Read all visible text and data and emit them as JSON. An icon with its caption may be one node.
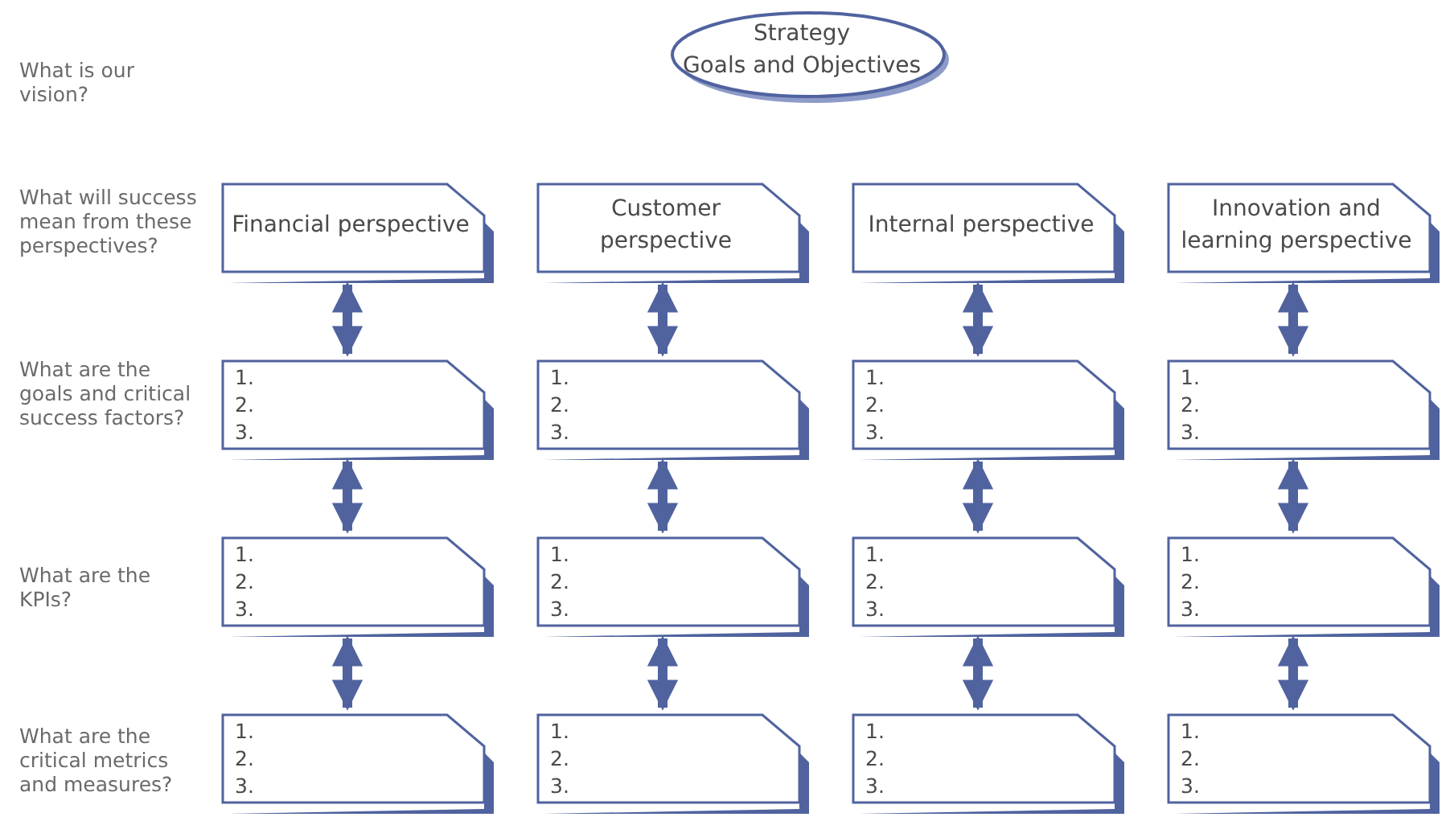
{
  "diagram": {
    "nodes": [
      {
        "text": [
          "Strategy",
          "Goals and Objectives"
        ]
      },
      {
        "text": [
          "Financial perspective"
        ]
      },
      {
        "text": [
          "Customer perspective"
        ]
      },
      {
        "text": [
          "Internal perspective"
        ]
      },
      {
        "text": [
          "Innovation and learning perspective"
        ]
      },
      {
        "text": [
          "1.",
          "2.",
          "3."
        ]
      },
      {
        "text": [
          "1.",
          "2.",
          "3."
        ]
      },
      {
        "text": [
          "1.",
          "2.",
          "3."
        ]
      },
      {
        "text": [
          "1.",
          "2.",
          "3."
        ]
      },
      {
        "text": [
          "1.",
          "2.",
          "3."
        ]
      },
      {
        "text": [
          "1.",
          "2.",
          "3."
        ]
      },
      {
        "text": [
          "1.",
          "2.",
          "3."
        ]
      },
      {
        "text": [
          "1.",
          "2.",
          "3."
        ]
      },
      {
        "text": [
          "1.",
          "2.",
          "3."
        ]
      },
      {
        "text": [
          "1.",
          "2.",
          "3."
        ]
      },
      {
        "text": [
          "1.",
          "2.",
          "3."
        ]
      },
      {
        "text": [
          "1.",
          "2.",
          "3."
        ]
      }
    ],
    "edges": [
      {
        "from": 1,
        "to": 5,
        "arrow": "both"
      },
      {
        "from": 2,
        "to": 6,
        "arrow": "both"
      },
      {
        "from": 3,
        "to": 7,
        "arrow": "both"
      },
      {
        "from": 4,
        "to": 8,
        "arrow": "both"
      },
      {
        "from": 5,
        "to": 9,
        "arrow": "both"
      },
      {
        "from": 6,
        "to": 10,
        "arrow": "both"
      },
      {
        "from": 7,
        "to": 11,
        "arrow": "both"
      },
      {
        "from": 8,
        "to": 12,
        "arrow": "both"
      },
      {
        "from": 9,
        "to": 13,
        "arrow": "both"
      },
      {
        "from": 10,
        "to": 14,
        "arrow": "both"
      },
      {
        "from": 11,
        "to": 15,
        "arrow": "both"
      },
      {
        "from": 12,
        "to": 16,
        "arrow": "both"
      }
    ],
    "labels": [
      "What is our vision?",
      "What will success mean from these perspectives?",
      "What are the goals and critical success factors?",
      "What are the KPIs?",
      "What are the critical metrics and measures?"
    ]
  }
}
